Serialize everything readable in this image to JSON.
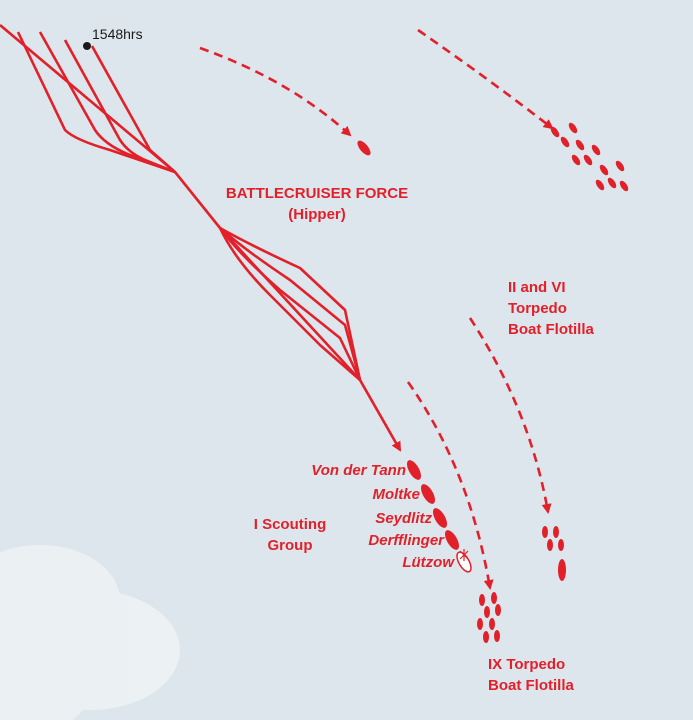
{
  "map": {
    "colors": {
      "track": "#e2202a",
      "sea": "#dde6ec",
      "marker": "#1a1a1a"
    },
    "time_label": "1548hrs",
    "force": {
      "line1": "BATTLECRUISER FORCE",
      "line2": "(Hipper)"
    },
    "flotilla_2_6": {
      "line1": "II and VI",
      "line2": "Torpedo",
      "line3": "Boat Flotilla"
    },
    "scouting_group": {
      "line1": "I Scouting",
      "line2": "Group"
    },
    "flotilla_9": {
      "line1": "IX Torpedo",
      "line2": "Boat Flotilla"
    },
    "ships": [
      "Von der Tann",
      "Moltke",
      "Seydlitz",
      "Derfflinger",
      "Lützow"
    ],
    "flagship_icon": "command-flag-icon"
  }
}
